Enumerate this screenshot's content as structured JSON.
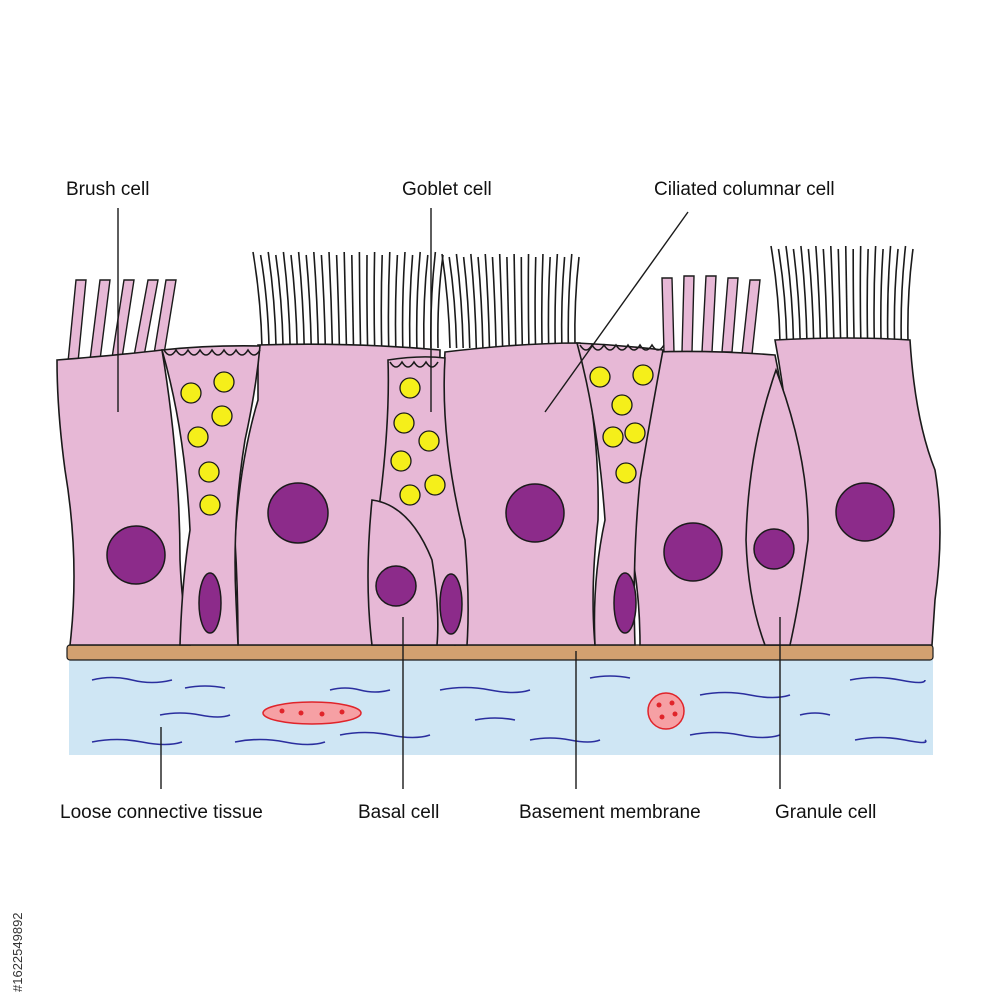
{
  "labels": {
    "brush_cell": "Brush cell",
    "goblet_cell": "Goblet cell",
    "ciliated_columnar_cell": "Ciliated columnar cell",
    "loose_connective_tissue": "Loose connective tissue",
    "basal_cell": "Basal cell",
    "basement_membrane": "Basement membrane",
    "granule_cell": "Granule cell"
  },
  "side_text": "#1622549892",
  "colors": {
    "cell_fill": "#e7b8d6",
    "nucleus": "#8c2b8a",
    "granule": "#f5ef1a",
    "basement_membrane": "#d2a070",
    "connective_tissue": "#cfe6f4",
    "fiber": "#2a2e9e",
    "rbc_fill": "#f6a0a4",
    "rbc_dot": "#e0242a",
    "outline": "#1a1a1a"
  }
}
